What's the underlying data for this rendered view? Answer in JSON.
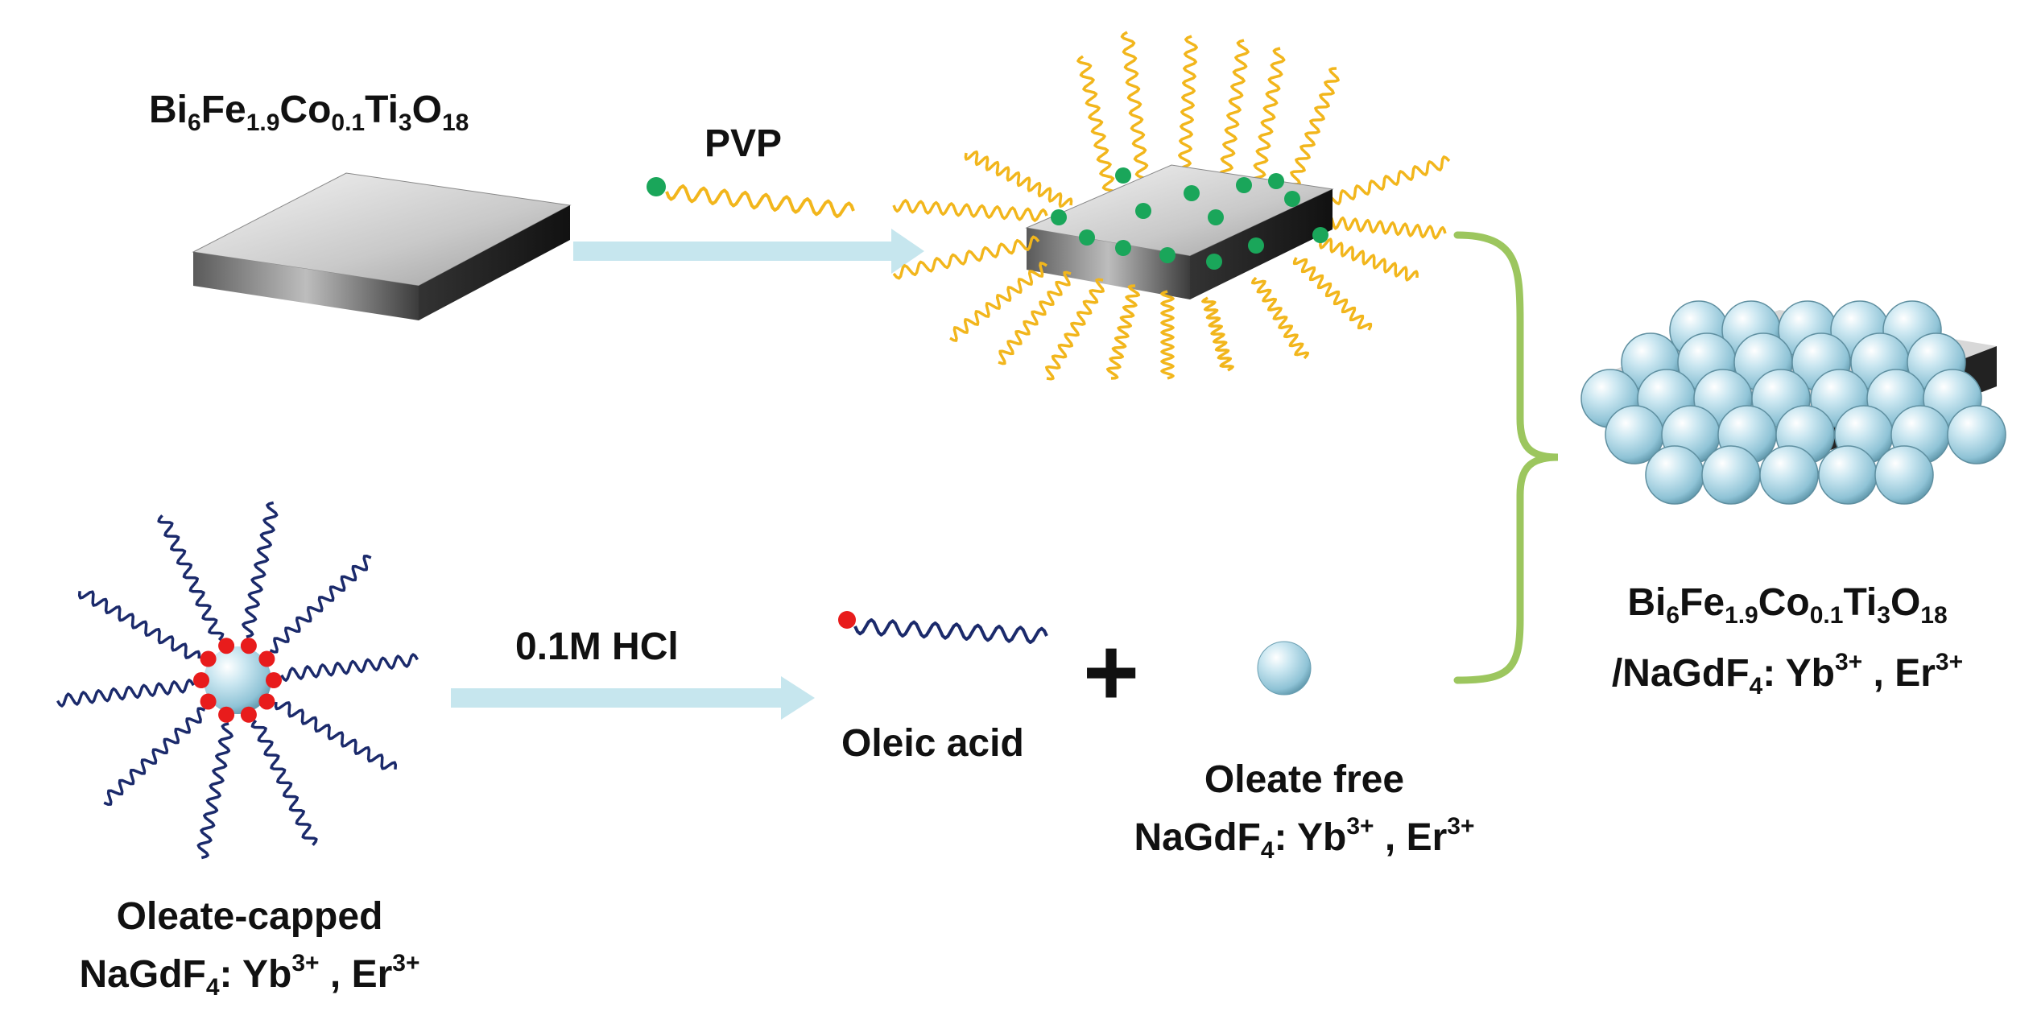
{
  "labels": {
    "top_formula": {
      "p1": "Bi",
      "s1": "6",
      "p2": "Fe",
      "s2": "1.9",
      "p3": "Co",
      "s3": "0.1",
      "p4": "Ti",
      "s4": "3",
      "p5": "O",
      "s5": "18"
    },
    "pvp": "PVP",
    "hcl": "0.1M  HCl",
    "oleic_acid": "Oleic acid",
    "plus": "+",
    "oleate_capped": {
      "line1": "Oleate-capped",
      "line2": {
        "p1": "NaGdF",
        "s1": "4",
        "p2": ": Yb",
        "sup1": "3+",
        "p3": " , Er",
        "sup2": "3+"
      }
    },
    "oleate_free": {
      "line1": "Oleate free",
      "line2": {
        "p1": "NaGdF",
        "s1": "4",
        "p2": ": Yb",
        "sup1": "3+",
        "p3": " , Er",
        "sup2": "3+"
      }
    },
    "composite": {
      "line1": {
        "p1": "Bi",
        "s1": "6",
        "p2": "Fe",
        "s2": "1.9",
        "p3": "Co",
        "s3": "0.1",
        "p4": "Ti",
        "s4": "3",
        "p5": "O",
        "s5": "18"
      },
      "line2": {
        "p1": "/NaGdF",
        "s1": "4",
        "p2": ": Yb",
        "sup1": "3+",
        "p3": " , Er",
        "sup2": "3+"
      }
    }
  },
  "colors": {
    "arrow": "#c6e6ee",
    "pvp_chain": "#f2b61c",
    "pvp_head": "#1aa65a",
    "oleate_chain": "#1b2a6b",
    "oleate_head": "#e81c1c",
    "brace": "#9cc65e",
    "sphere": "#a9d4e4",
    "plate": "#9a9a9a"
  }
}
